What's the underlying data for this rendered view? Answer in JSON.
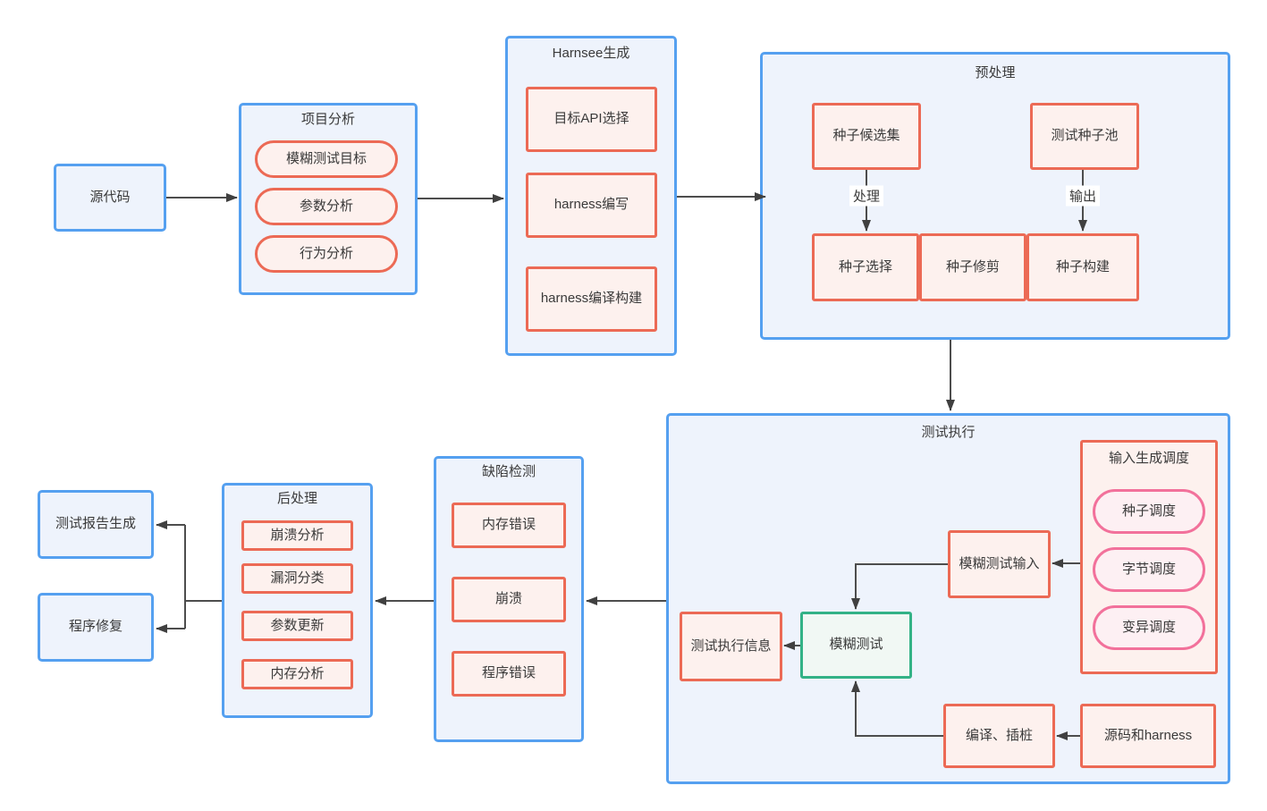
{
  "diagram": {
    "source_code": "源代码",
    "project_analysis": {
      "title": "项目分析",
      "items": [
        "模糊测试目标",
        "参数分析",
        "行为分析"
      ]
    },
    "harness_gen": {
      "title": "Harnsee生成",
      "items": [
        "目标API选择",
        "harness编写",
        "harness编译构建"
      ]
    },
    "preprocess": {
      "title": "预处理",
      "seed_candidates": "种子候选集",
      "test_seed_pool": "测试种子池",
      "seed_select": "种子选择",
      "seed_trim": "种子修剪",
      "seed_build": "种子构建",
      "label_process": "处理",
      "label_output": "输出"
    },
    "test_exec": {
      "title": "测试执行",
      "input_sched": {
        "title": "输入生成调度",
        "items": [
          "种子调度",
          "字节调度",
          "变异调度"
        ]
      },
      "fuzz_input": "模糊测试输入",
      "fuzz_test": "模糊测试",
      "exec_info": "测试执行信息",
      "compile": "编译、插桩",
      "source_harness": "源码和harness"
    },
    "defect": {
      "title": "缺陷检测",
      "items": [
        "内存错误",
        "崩溃",
        "程序错误"
      ]
    },
    "post": {
      "title": "后处理",
      "items": [
        "崩溃分析",
        "漏洞分类",
        "参数更新",
        "内存分析"
      ]
    },
    "report": "测试报告生成",
    "repair": "程序修复"
  },
  "colors": {
    "group_border": "#55a0f0",
    "group_fill": "#eef3fc",
    "node_border": "#ec6a55",
    "node_fill": "#fdf1ee",
    "pill_border": "#f2719b",
    "pill_fill": "#fdf0f3",
    "green_border": "#33b286",
    "green_fill": "#f1f8f4",
    "arrow": "#4d4d4d"
  }
}
